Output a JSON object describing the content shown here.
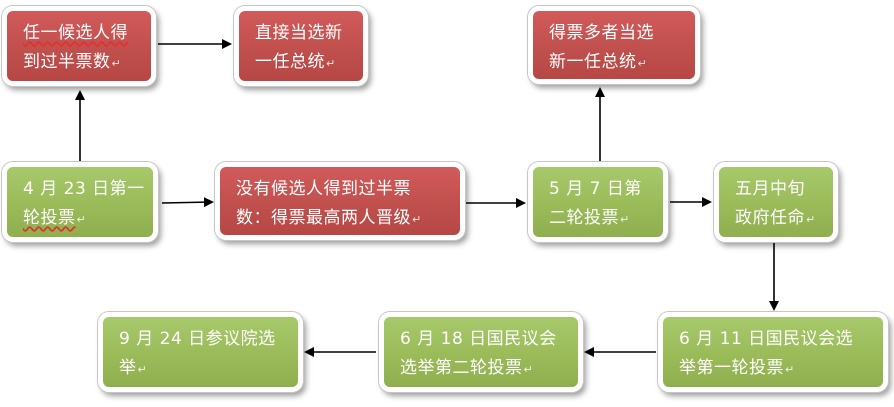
{
  "mark": "↵",
  "boxes": {
    "first_round": {
      "line1": "4 月 23 日第一",
      "line2": "轮投票"
    },
    "majority_r1": {
      "line1": "任一候选人得",
      "line2": "到过半票数"
    },
    "elected_r1": {
      "line1": "直接当选新",
      "line2": "一任总统"
    },
    "no_majority": {
      "line1": "没有候选人得到过半票",
      "line2": "数：得票最高两人晋级"
    },
    "second_round": {
      "line1": "5 月 7 日第",
      "line2": "二轮投票"
    },
    "most_votes_elected": {
      "line1": "得票多者当选",
      "line2": "新一任总统"
    },
    "gov_appoint": {
      "line1": "五月中旬",
      "line2": "政府任命"
    },
    "assembly_r1": {
      "line1": "6 月 11 日国民议会选",
      "line2": "举第一轮投票"
    },
    "assembly_r2": {
      "line1": "6 月 18 日国民议会",
      "line2": "选举第二轮投票"
    },
    "senate": {
      "line1": "9 月 24 日参议院选",
      "line2": "举"
    }
  },
  "colors": {
    "red": "#c0504d",
    "green": "#9bbb59",
    "arrow": "#000000"
  }
}
